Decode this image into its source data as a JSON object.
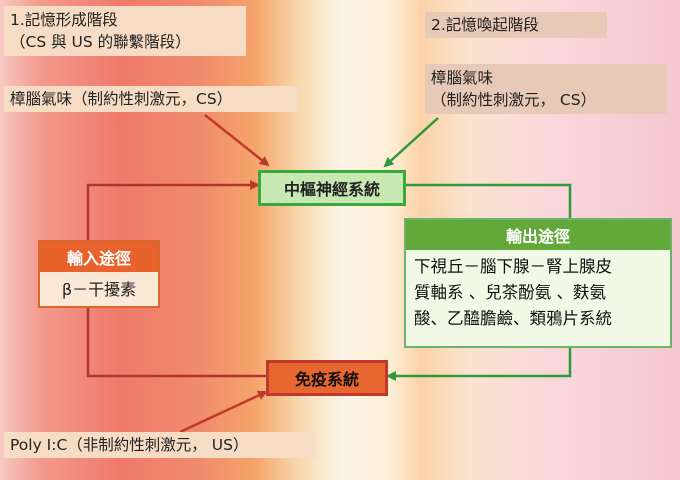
{
  "stage1": {
    "line1": "1.記憶形成階段",
    "line2": "（CS 與 US 的聯繫階段）"
  },
  "stage2": {
    "label": "2.記憶喚起階段"
  },
  "cs_left": {
    "label": "樟腦氣味（制約性刺激元，CS）"
  },
  "cs_right": {
    "line1": "樟腦氣味",
    "line2": "（制約性刺激元， CS）"
  },
  "cns": {
    "label": "中樞神經系統"
  },
  "output": {
    "title": "輸出途徑",
    "line1": "下視丘－腦下腺－腎上腺皮",
    "line2": "質軸系 、兒茶酚氨 、麩氨",
    "line3": "酸、乙醯膽鹼、類鴉片系統"
  },
  "input": {
    "title": "輸入途徑",
    "content": "β－干擾素"
  },
  "immune": {
    "label": "免疫系統"
  },
  "us": {
    "label": "Poly I:C（非制約性刺激元， US）"
  },
  "colors": {
    "arrow_red": "#c0392b",
    "arrow_green": "#2e9a3a",
    "box_green_border": "#3aa83a",
    "box_red_fill": "#e8662f",
    "panel_green_head": "#62a83a",
    "panel_orange_head": "#e8622c"
  }
}
